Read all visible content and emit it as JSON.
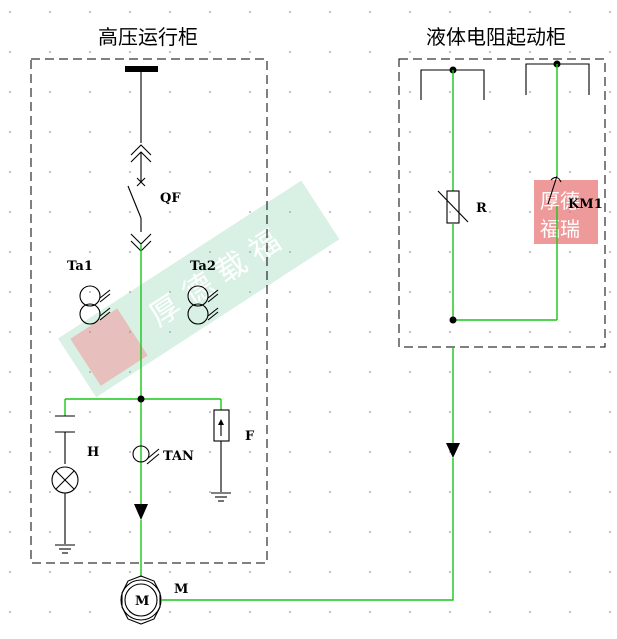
{
  "labels": {
    "hv_cabinet": "高压运行柜",
    "lr_cabinet": "液体电阻起动柜",
    "qf": "QF",
    "ta1": "Ta1",
    "ta2": "Ta2",
    "h": "H",
    "tan": "TAN",
    "f": "F",
    "r": "R",
    "km1": "KM1",
    "m_symbol": "M",
    "m_label": "M"
  },
  "colors": {
    "wire": "#18c818",
    "line": "#000000",
    "watermark_green": "#3cb878",
    "watermark_red": "#e05050"
  }
}
